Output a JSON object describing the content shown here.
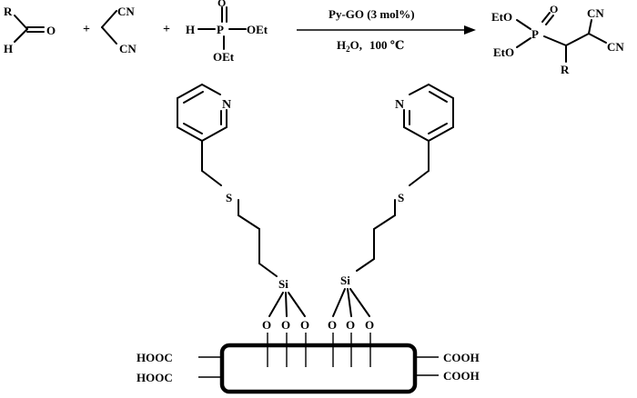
{
  "reaction": {
    "aldehyde": {
      "r": "R",
      "o": "O",
      "h": "H"
    },
    "plus1": "+",
    "malononitrile": {
      "cn_top": "CN",
      "cn_bottom": "CN"
    },
    "plus2": "+",
    "phosphite": {
      "h": "H",
      "p": "P",
      "o": "O",
      "oet_right": "OEt",
      "oet_bottom": "OEt"
    },
    "arrow": {
      "above": "Py-GO (3 mol%)",
      "below_h": "H",
      "below_sub": "2",
      "below_o": "O,",
      "below_temp": "100 ℃"
    },
    "product": {
      "eto_top": "EtO",
      "p": "P",
      "o": "O",
      "eto_bottom": "EtO",
      "cn_top": "CN",
      "cn_right": "CN",
      "r": "R"
    }
  },
  "catalyst": {
    "left_pyridine_n": "N",
    "right_pyridine_n": "N",
    "left_s": "S",
    "right_s": "S",
    "left_si": "Si",
    "right_si": "Si",
    "oxygen": [
      "O",
      "O",
      "O",
      "O",
      "O",
      "O"
    ],
    "left_groups": [
      "HOOC",
      "HOOC"
    ],
    "right_groups": [
      "COOH",
      "COOH"
    ]
  }
}
